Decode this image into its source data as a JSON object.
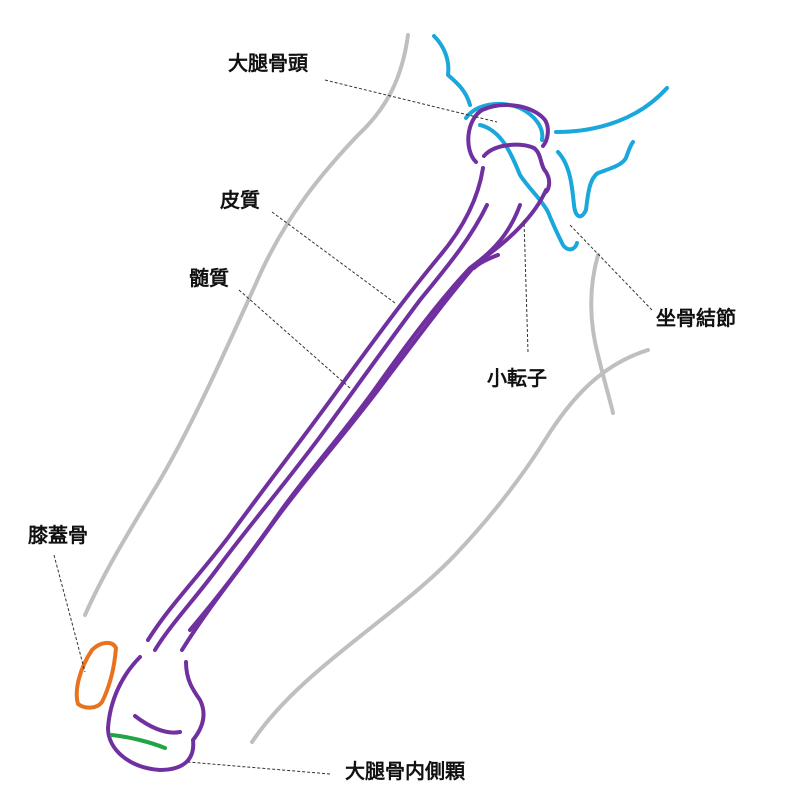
{
  "labels": {
    "femoral_head": "大腿骨頭",
    "cortex": "皮質",
    "medulla": "髄質",
    "ischial_tuberosity": "坐骨結節",
    "lesser_trochanter": "小転子",
    "patella": "膝蓋骨",
    "medial_condyle": "大腿骨内側顆"
  },
  "colors": {
    "femur": "#7030a0",
    "pelvis": "#1aa7dc",
    "patella": "#e8731e",
    "condyle_mark": "#21a544",
    "outline": "#bfbfbf",
    "text": "#111111",
    "leader": "#333333"
  }
}
